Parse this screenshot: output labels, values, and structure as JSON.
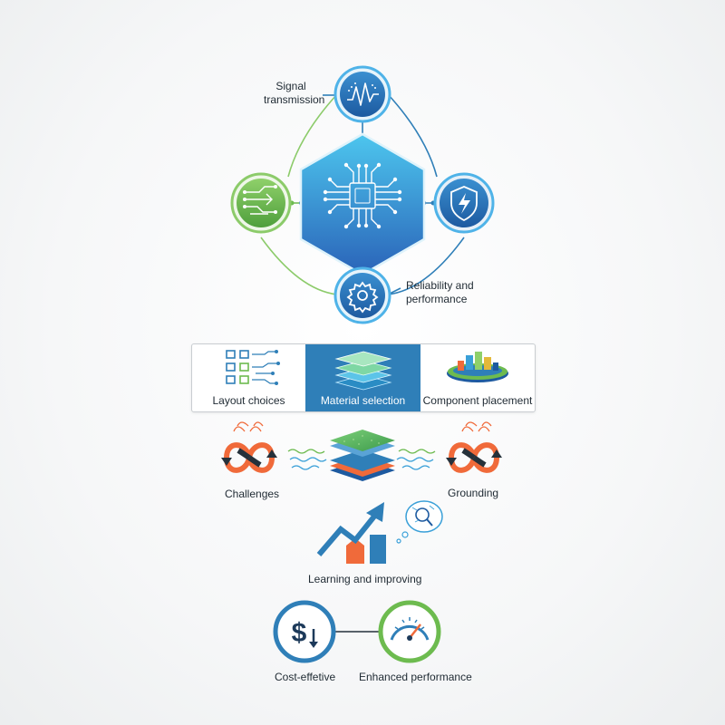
{
  "hub": {
    "top_label_line1": "Signal",
    "top_label_line2": "transmission",
    "bottom_label_line1": "Reliability and",
    "bottom_label_line2": "performance"
  },
  "design_panel": {
    "items": [
      {
        "label": "Layout choices",
        "icon": "layout-grid-icon"
      },
      {
        "label": "Material selection",
        "icon": "material-layers-icon"
      },
      {
        "label": "Component placement",
        "icon": "component-placement-icon"
      }
    ]
  },
  "grounding_row": {
    "left_label": "Challenges",
    "right_label": "Grounding"
  },
  "learning": {
    "label": "Learning and improving"
  },
  "outcomes": {
    "left_label": "Cost-effetive",
    "right_label": "Enhanced performance"
  },
  "colors": {
    "blue": "#2f7fb8",
    "blue_light": "#4fb3e8",
    "green": "#6dbb4f",
    "orange": "#f06a3a",
    "navy": "#1f2a33"
  }
}
